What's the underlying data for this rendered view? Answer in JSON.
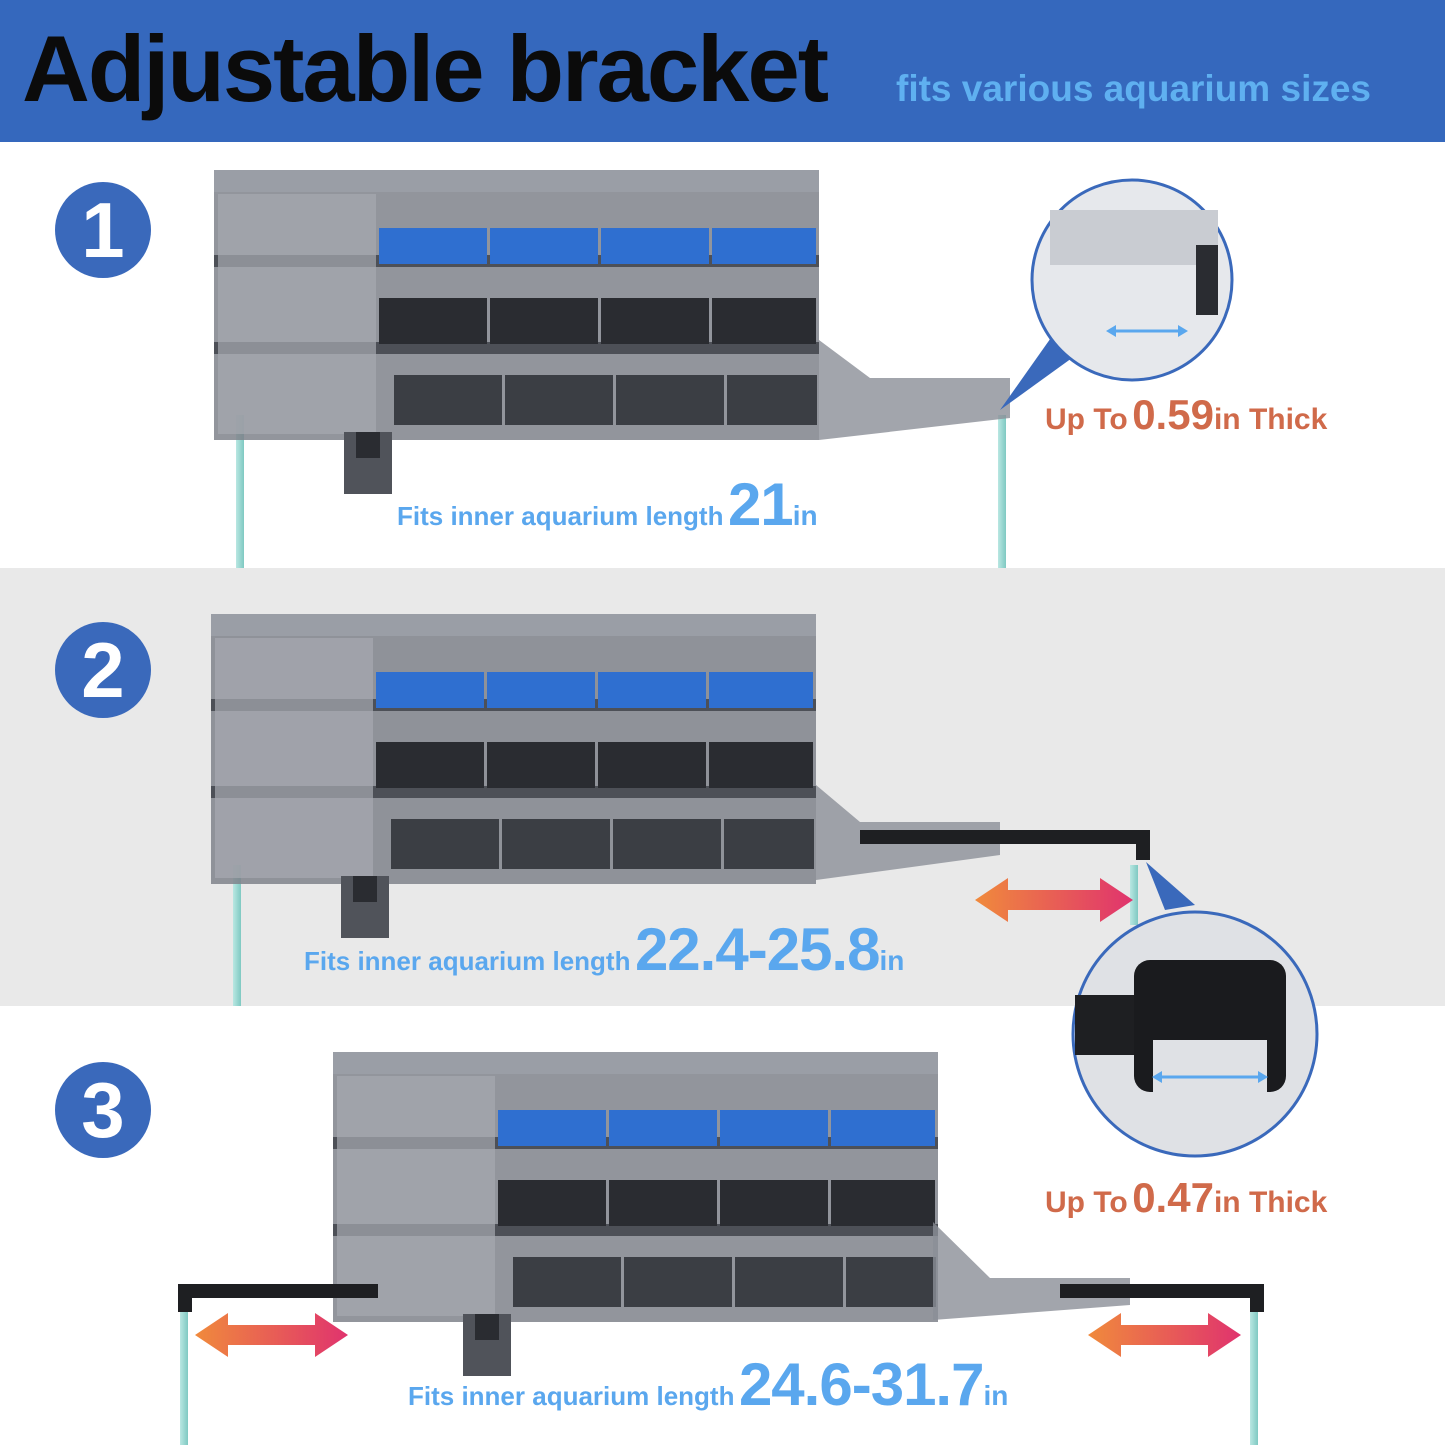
{
  "header": {
    "title": "Adjustable bracket",
    "subtitle": "fits various aquarium sizes"
  },
  "steps": [
    {
      "number": "1",
      "fits_prefix": "Fits inner aquarium length",
      "fits_value": "21",
      "fits_unit": "in",
      "thickness_prefix": "Up To",
      "thickness_value": "0.59",
      "thickness_suffix": "in Thick"
    },
    {
      "number": "2",
      "fits_prefix": "Fits inner aquarium length",
      "fits_value": "22.4-25.8",
      "fits_unit": "in"
    },
    {
      "number": "3",
      "fits_prefix": "Fits inner aquarium length",
      "fits_value": "24.6-31.7",
      "fits_unit": "in",
      "thickness_prefix": "Up To",
      "thickness_value": "0.47",
      "thickness_suffix": "in Thick"
    }
  ],
  "colors": {
    "header_bg": "#3568bd",
    "badge_bg": "#3a69bb",
    "fits_text": "#5aa7ee",
    "thickness_text": "#d06a4a",
    "sponge_blue": "#2f6fd0",
    "arrow_start": "#f08a3c",
    "arrow_end": "#e0336e"
  },
  "icons": [
    "double-arrow-icon",
    "magnifier-callout"
  ]
}
